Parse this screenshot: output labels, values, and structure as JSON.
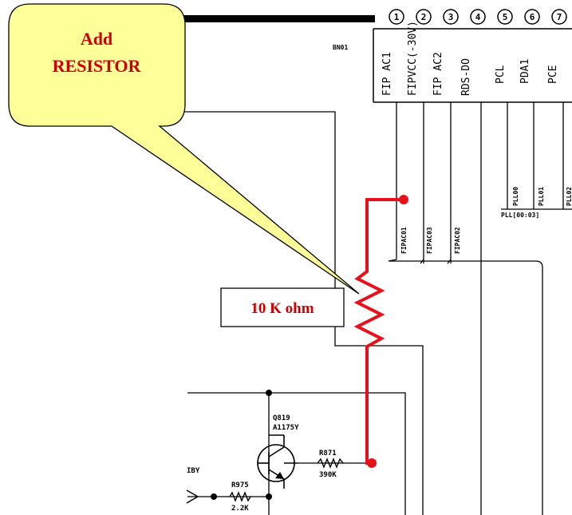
{
  "callout": {
    "line1": "Add",
    "line2": "RESISTOR",
    "fill_color": "#ffff99",
    "text_color": "#cc0000"
  },
  "resistor_label": {
    "text": "10 K ohm",
    "text_color": "#cc0000"
  },
  "connector": {
    "ref": "BN01",
    "pins": [
      "1",
      "2",
      "3",
      "4",
      "5",
      "6",
      "7"
    ],
    "signals": [
      "FIP AC1",
      "FIPVCC(-30V)",
      "FIP AC2",
      "RDS-DO",
      "PCL",
      "PDA1",
      "PCE"
    ]
  },
  "nets": {
    "fipac01": "FIPAC01",
    "fipac03": "FIPAC03",
    "fipac02": "FIPAC02",
    "pll00": "PLL00",
    "pll01": "PLL01",
    "pll02": "PLL02",
    "pll_bus": "PLL[00:03]"
  },
  "components": {
    "q_ref": "Q819",
    "q_part": "A1175Y",
    "r871_ref": "R871",
    "r871_value": "390K",
    "r975_ref": "R975",
    "r975_value": "2.2K",
    "partial_label": "IBY"
  },
  "colors": {
    "added_wire": "#e8101a",
    "schematic_line": "#000000"
  }
}
